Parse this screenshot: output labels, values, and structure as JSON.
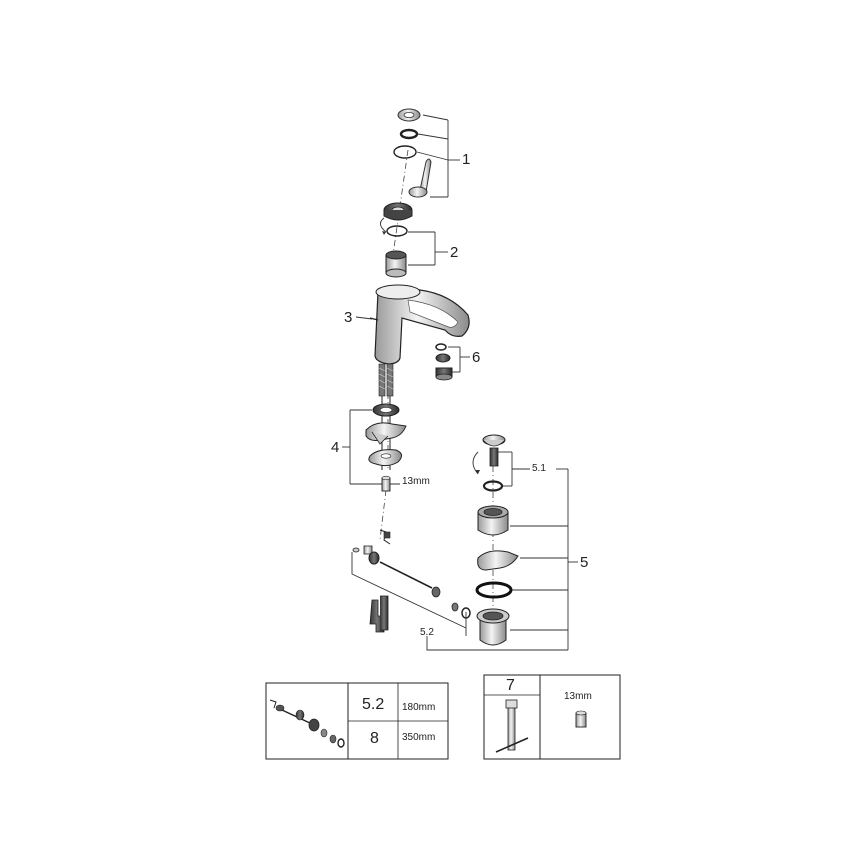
{
  "callouts": {
    "p1": "1",
    "p2": "2",
    "p3": "3",
    "p4": "4",
    "p5": "5",
    "p5_1": "5.1",
    "p5_2": "5.2",
    "p6": "6",
    "size_13mm": "13mm"
  },
  "table_left": {
    "rows": [
      {
        "part": "5.2",
        "size": "180mm"
      },
      {
        "part": "8",
        "size": "350mm"
      }
    ]
  },
  "table_right": {
    "part": "7",
    "size": "13mm"
  },
  "colors": {
    "line": "#333333",
    "fill_dark": "#555555",
    "fill_light": "#dddddd"
  }
}
